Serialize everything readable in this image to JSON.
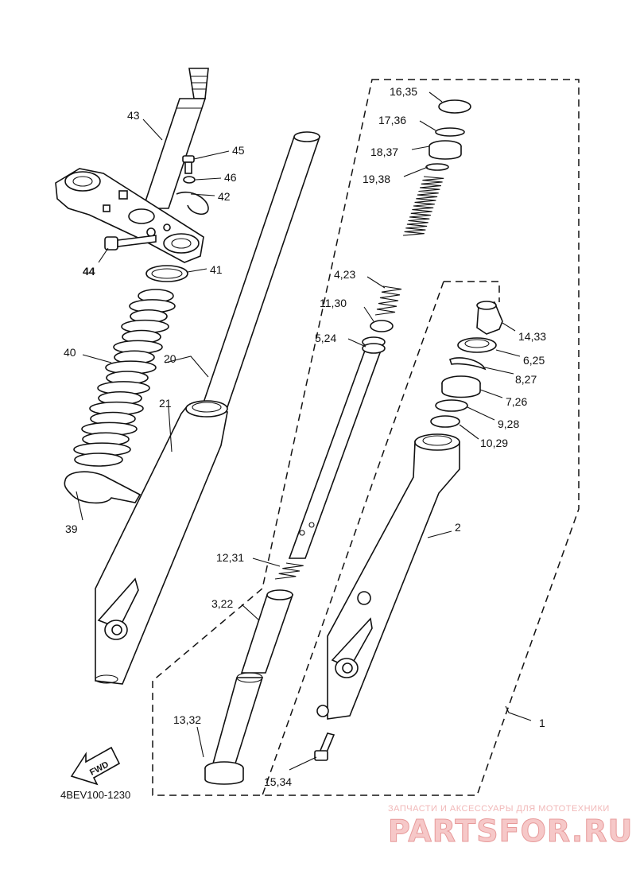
{
  "diagram": {
    "code": "4BEV100-1230",
    "fwd_label": "FWD",
    "labels": [
      "43",
      "45",
      "46",
      "42",
      "44",
      "41",
      "40",
      "20",
      "21",
      "39",
      "16,35",
      "17,36",
      "18,37",
      "19,38",
      "4,23",
      "11,30",
      "5,24",
      "14,33",
      "6,25",
      "8,27",
      "7,26",
      "9,28",
      "10,29",
      "2",
      "12,31",
      "3,22",
      "13,32",
      "15,34",
      "1"
    ]
  },
  "watermark": {
    "tagline": "ЗАПЧАСТИ И АКСЕССУАРЫ ДЛЯ МОТОТЕХНИКИ",
    "brand": "PARTSFOR.RU"
  }
}
